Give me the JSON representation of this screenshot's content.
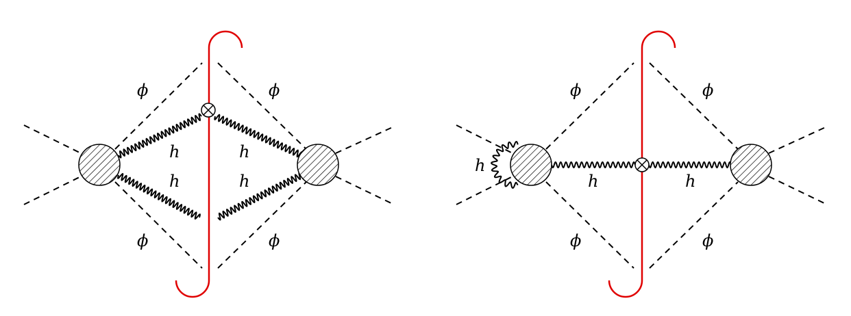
{
  "diagrams": [
    {
      "name": "left-diagram",
      "labels": {
        "phi_top_left": "ϕ",
        "phi_top_right": "ϕ",
        "phi_bottom_left": "ϕ",
        "phi_bottom_right": "ϕ",
        "h_upper_left": "h",
        "h_upper_right": "h",
        "h_lower_left": "h",
        "h_lower_right": "h"
      }
    },
    {
      "name": "right-diagram",
      "labels": {
        "phi_top_left": "ϕ",
        "phi_top_right": "ϕ",
        "phi_bottom_left": "ϕ",
        "phi_bottom_right": "ϕ",
        "h_loop": "h",
        "h_prop_left": "h",
        "h_prop_right": "h"
      }
    }
  ],
  "colors": {
    "cut_line": "#e00000",
    "lines": "#000000"
  }
}
